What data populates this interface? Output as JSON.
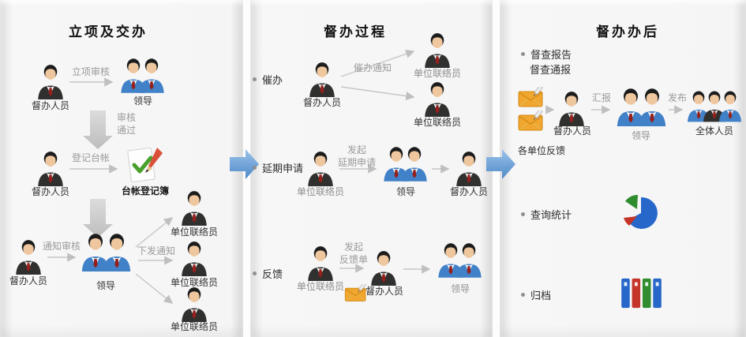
{
  "colors": {
    "pie_blue": "#2667c9",
    "pie_green": "#2f8c2f",
    "pie_red": "#c53428",
    "envelope": "#f1a62f",
    "blue_arrow": "#4d89c8"
  },
  "panel1": {
    "title": "立项及交办",
    "r1_actor": "督办人员",
    "r1_arrow_label": "立项审核",
    "r1_target": "领导",
    "down1_line1": "审核",
    "down1_line2": "通过",
    "r2_actor": "督办人员",
    "r2_arrow_label": "登记台帐",
    "r2_doc_label": "台帐登记簿",
    "r3_actor": "督办人员",
    "r3_arrow_label": "通知审核",
    "r3_center": "领导",
    "r3_top": "单位联络员",
    "r3_mid_arrow_label": "下发通知",
    "r3_mid": "单位联络员",
    "r3_bottom": "单位联络员"
  },
  "panel2": {
    "title": "督办过程",
    "item1": "催办",
    "c_actor": "督办人员",
    "c_arrow_label": "催办通知",
    "c_top": "单位联络员",
    "c_bottom": "单位联络员",
    "item2": "延期申请",
    "d_actor": "单位联络员",
    "d_arrow_l1": "发起",
    "d_arrow_l2": "延期申请",
    "d_mid": "领导",
    "d_target": "督办人员",
    "item3": "反馈",
    "f_actor": "单位联络员",
    "f_arrow_l1": "发起",
    "f_arrow_l2": "反馈单",
    "f_mid": "督办人员",
    "f_target": "领导"
  },
  "panel3": {
    "title": "督办办后",
    "item1": "督查报告",
    "item2": "督查通报",
    "actor": "督办人员",
    "arrow1_label": "汇报",
    "mid": "领导",
    "arrow2_label": "发布",
    "target": "全体人员",
    "feedback_label": "各单位反馈",
    "item3": "查询统计",
    "item4": "归档"
  }
}
